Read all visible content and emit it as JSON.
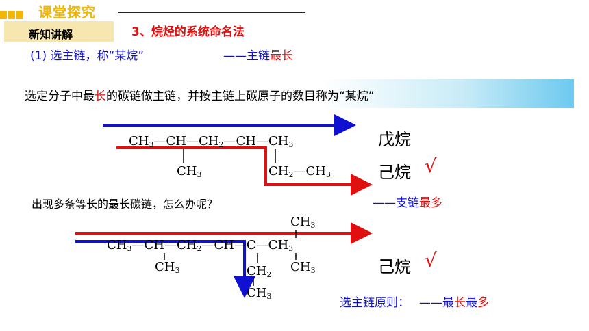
{
  "header": {
    "title": "课堂探究"
  },
  "badge": {
    "label": "新知讲解"
  },
  "section_title": "3、烷烃的系统命名法",
  "step1": {
    "text": "(1) 选主链，称“某烷”"
  },
  "rule1": {
    "dash": "——",
    "blue": "主链",
    "red": "最长"
  },
  "banner": {
    "part1": "选定分子中最",
    "red": "长",
    "part2": "的碳链做主链，并按主链上碳原子的数目称为“某烷”"
  },
  "structure1": {
    "row1": {
      "ch3a": "CH",
      "sub3a": "3",
      "b1": "—CH—CH",
      "sub2": "2",
      "b2": "—CH—CH",
      "sub3b": "3"
    },
    "branch_a": {
      "t": "CH",
      "s": "3"
    },
    "branch_b": {
      "t1": "CH",
      "s1": "2",
      "t2": "—CH",
      "s2": "3"
    },
    "answer_wrong": "戊烷",
    "answer_right": "己烷",
    "check": "√"
  },
  "question": "出现多条等长的最长碳链，怎么办呢？",
  "rule2": {
    "dash": "——",
    "blue": "支链",
    "red": "最多"
  },
  "structure2": {
    "top": {
      "t": "CH",
      "s": "3"
    },
    "row": {
      "a": "CH",
      "as": "3",
      "b": "—CH—CH",
      "bs": "2",
      "c": "—CH—C—CH",
      "cs": "3"
    },
    "b1": {
      "t": "CH",
      "s": "3"
    },
    "b2": {
      "t": "CH",
      "s": "2"
    },
    "b3": {
      "t": "CH",
      "s": "3"
    },
    "b4": {
      "t": "CH",
      "s": "3"
    },
    "answer": "己烷",
    "check": "√"
  },
  "principle": {
    "label": "选主链原则：",
    "dash": "——",
    "w1": "最",
    "w2": "长",
    "w3": "最",
    "w4": "多"
  },
  "colors": {
    "accent": "#f2b705",
    "blue": "#1010d0",
    "red": "#e01010",
    "banner": "#6dc9ef"
  }
}
